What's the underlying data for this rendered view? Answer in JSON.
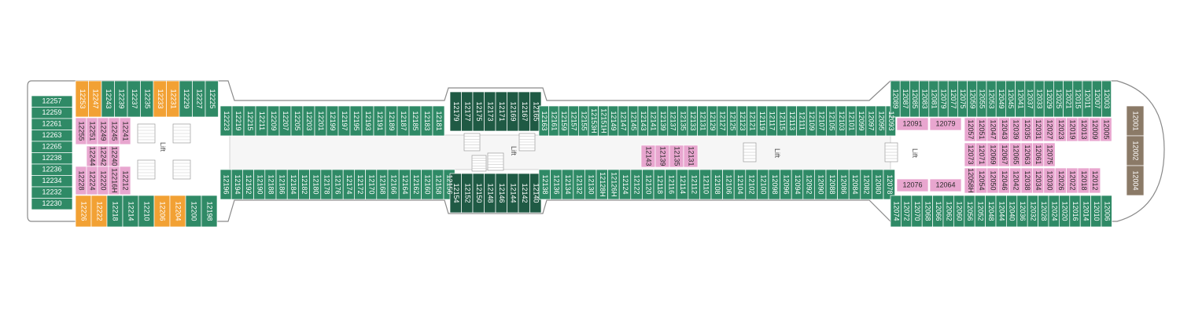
{
  "deck": {
    "colors": {
      "hull": "#ffffff",
      "outline": "#8a8a8a",
      "corridor": "#f3f3f3",
      "green": "#2f8a66",
      "dark_green": "#1f5a44",
      "pink": "#e8a6cf",
      "orange": "#f2a134",
      "brown": "#8b7a67",
      "stair": "#d9d9d9"
    },
    "lift_label": "Lift",
    "aft": {
      "side_column": [
        "12257",
        "12259",
        "12261",
        "12263",
        "12265",
        "12238",
        "12236",
        "12234",
        "12232",
        "12230"
      ],
      "top_row": [
        {
          "id": "12253",
          "c": "orange"
        },
        {
          "id": "12247",
          "c": "orange"
        },
        {
          "id": "12243",
          "c": "green"
        },
        {
          "id": "12239",
          "c": "green"
        },
        {
          "id": "12237",
          "c": "green"
        },
        {
          "id": "12235",
          "c": "green"
        },
        {
          "id": "12233",
          "c": "orange"
        },
        {
          "id": "12231",
          "c": "orange"
        },
        {
          "id": "12229",
          "c": "green"
        },
        {
          "id": "12227",
          "c": "green"
        },
        {
          "id": "12225",
          "c": "green"
        }
      ],
      "bottom_row": [
        {
          "id": "12226",
          "c": "orange"
        },
        {
          "id": "12222",
          "c": "orange"
        },
        {
          "id": "12218",
          "c": "green"
        },
        {
          "id": "12214",
          "c": "green"
        },
        {
          "id": "12210",
          "c": "green"
        },
        {
          "id": "12206",
          "c": "orange"
        },
        {
          "id": "12204",
          "c": "orange"
        },
        {
          "id": "12200",
          "c": "green"
        },
        {
          "id": "12198",
          "c": "green"
        }
      ],
      "inner_top": [
        "12255",
        "12251",
        "12249",
        "12245",
        "12241"
      ],
      "inner_bottom": [
        "12228",
        "12224",
        "12220",
        "12216H",
        "12212"
      ],
      "inner_mid": [
        "12244",
        "12242",
        "12240"
      ]
    },
    "mid": {
      "top_row": [
        "12223",
        "12219",
        "12215",
        "12211",
        "12209",
        "12207",
        "12205",
        "12203",
        "12201",
        "12199",
        "12197",
        "12195",
        "12193",
        "12191",
        "12189",
        "12187",
        "12185",
        "12183",
        "12181"
      ],
      "bottom_row": [
        "12196",
        "12194",
        "12192",
        "12190",
        "12188",
        "12186",
        "12184",
        "12182",
        "12180",
        "12178",
        "12176",
        "12174",
        "12172",
        "12170",
        "12168",
        "12166",
        "12164",
        "12162",
        "12160",
        "12158",
        "12156"
      ],
      "central_top": [
        "12179",
        "12177",
        "12175",
        "12173",
        "12171",
        "12169",
        "12167",
        "12165"
      ],
      "central_bottom": [
        "12154",
        "12152",
        "12150",
        "12148",
        "12146",
        "12144",
        "12142",
        "12140"
      ],
      "top_row_2": [
        "12163",
        "12161",
        "12159",
        "12157",
        "12155",
        "12153H",
        "12151H",
        "12149",
        "12147",
        "12145",
        "12143",
        "12141",
        "12139",
        "12137",
        "12135",
        "12133",
        "12131",
        "12129",
        "12127",
        "12125",
        "12123",
        "12121",
        "12119",
        "12117",
        "12115",
        "12113",
        "12111",
        "12109",
        "12107",
        "12105",
        "12103",
        "12101",
        "12099",
        "12097",
        "12095",
        "12093"
      ],
      "bottom_row_2": [
        "12138",
        "12136",
        "12134",
        "12132",
        "12130",
        "12128H",
        "12126H",
        "12124",
        "12122",
        "12120",
        "12118",
        "12116",
        "12114",
        "12112",
        "12110",
        "12108",
        "12106",
        "12104",
        "12102",
        "12100",
        "12098",
        "12096",
        "12094",
        "12092",
        "12090",
        "12088",
        "12086",
        "12084",
        "12082",
        "12080",
        "12078"
      ],
      "inner_pink": [
        "12143",
        "12139",
        "12135",
        "12131"
      ]
    },
    "fore": {
      "top_row": [
        "12089",
        "12087",
        "12085",
        "12083",
        "12081",
        "12079b",
        "12077",
        "12075b",
        "12059",
        "12055",
        "12053",
        "12049",
        "12045",
        "12041",
        "12037",
        "12033",
        "12029",
        "12025",
        "12021",
        "12015",
        "12011",
        "12007",
        "12003"
      ],
      "bottom_row": [
        "12074",
        "12072",
        "12070",
        "12068",
        "12066",
        "12062",
        "12060",
        "12056",
        "12052",
        "12048",
        "12044",
        "12040",
        "12036",
        "12032",
        "12028",
        "12024",
        "12020",
        "12016",
        "12014",
        "12010",
        "12006"
      ],
      "pink_top": [
        "12091",
        "12079",
        "12057",
        "12051",
        "12047",
        "12043",
        "12039",
        "12035",
        "12031",
        "12027",
        "12023",
        "12019",
        "12013",
        "12009",
        "12005"
      ],
      "pink_bottom": [
        "12076",
        "12064",
        "12058H",
        "12054",
        "12050",
        "12046",
        "12042",
        "12038",
        "12034",
        "12030",
        "12026",
        "12022",
        "12018",
        "12012"
      ],
      "pink_mid": [
        "12073",
        "12071",
        "12069",
        "12067",
        "12065",
        "12063",
        "12061",
        "12075"
      ],
      "bow_suites": [
        "12001",
        "12002",
        "12004"
      ]
    }
  }
}
